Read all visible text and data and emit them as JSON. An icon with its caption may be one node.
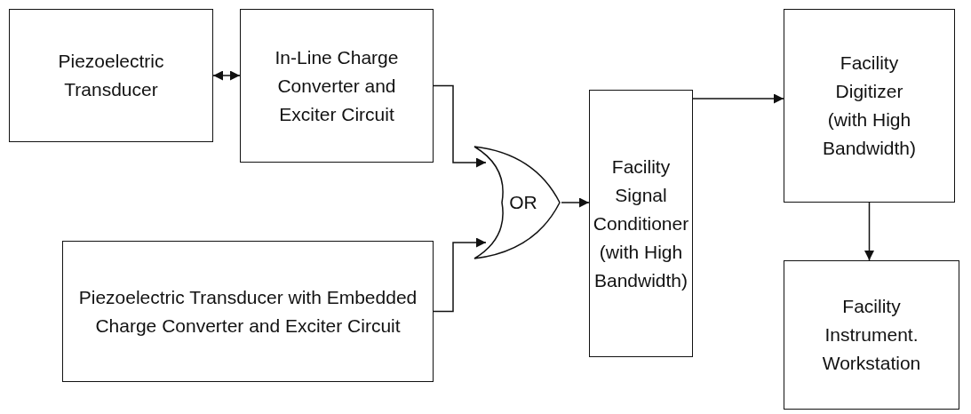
{
  "diagram": {
    "nodes": [
      {
        "text": [
          "Piezoelectric Transducer"
        ]
      },
      {
        "text": [
          "In-Line Charge Converter and Exciter Circuit"
        ]
      },
      {
        "text": [
          "Piezoelectric Transducer with Embedded Charge Converter and Exciter Circuit"
        ]
      },
      {
        "text": [
          "OR"
        ]
      },
      {
        "text": [
          "Facility Signal Conditioner (with High Bandwidth)"
        ]
      },
      {
        "text": [
          "Facility Digitizer (with High Bandwidth)"
        ]
      },
      {
        "text": [
          "Facility Instrument. Workstation"
        ]
      }
    ],
    "edges": [
      {
        "from": 0,
        "to": 1,
        "arrow": "both"
      },
      {
        "from": 1,
        "to": 3,
        "arrow": "to"
      },
      {
        "from": 2,
        "to": 3,
        "arrow": "to"
      },
      {
        "from": 3,
        "to": 4,
        "arrow": "to"
      },
      {
        "from": 4,
        "to": 5,
        "arrow": "to"
      },
      {
        "from": 5,
        "to": 6,
        "arrow": "to"
      }
    ]
  }
}
